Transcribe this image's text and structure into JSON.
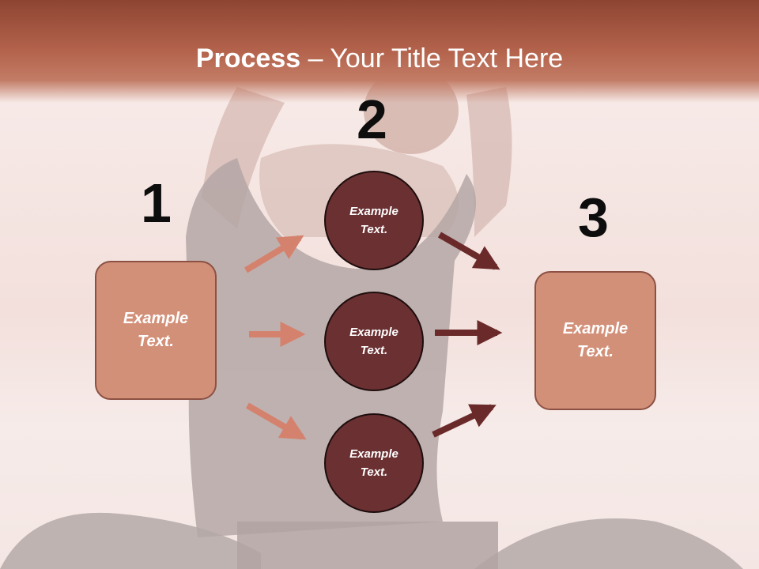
{
  "title": {
    "bold": "Process",
    "rest": " – Your Title Text Here"
  },
  "steps": [
    {
      "number": "1",
      "text_line1": "Example",
      "text_line2": "Text."
    },
    {
      "number": "2"
    },
    {
      "number": "3",
      "text_line1": "Example",
      "text_line2": "Text."
    }
  ],
  "circles": [
    {
      "text_line1": "Example",
      "text_line2": "Text."
    },
    {
      "text_line1": "Example",
      "text_line2": "Text."
    },
    {
      "text_line1": "Example",
      "text_line2": "Text."
    }
  ],
  "colors": {
    "header": "#b4634c",
    "box_fill": "#d39079",
    "circle_fill": "#6a3032",
    "arrow_light": "#d4826d",
    "arrow_dark": "#6a2a2a"
  }
}
